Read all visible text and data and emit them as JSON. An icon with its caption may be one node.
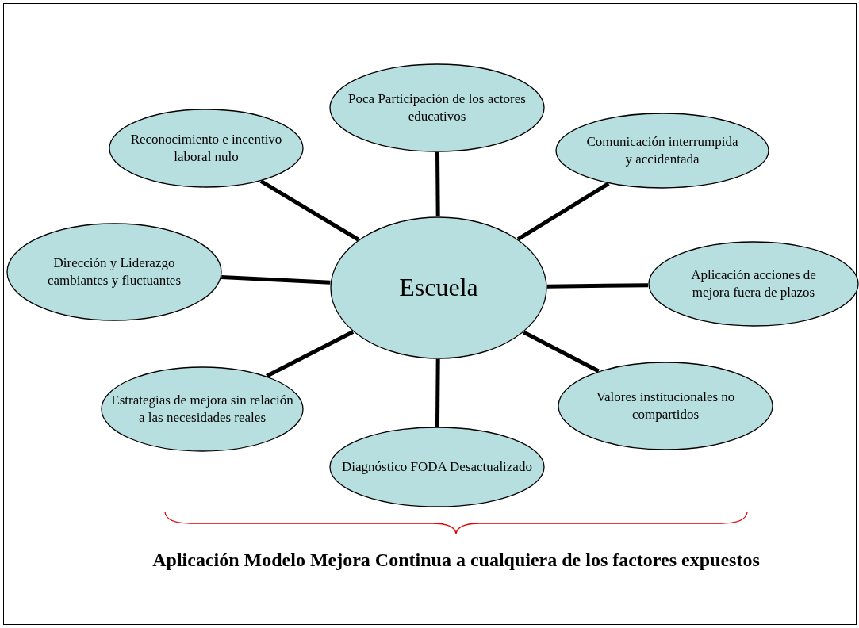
{
  "diagram": {
    "caption": "Aplicación Modelo Mejora Continua a cualquiera de los factores expuestos",
    "nodes": [
      {
        "text": [
          "Poca Participación de los actores educativos"
        ]
      },
      {
        "text": [
          "Reconocimiento e incentivo laboral nulo"
        ]
      },
      {
        "text": [
          "Comunicación interrumpida y accidentada"
        ]
      },
      {
        "text": [
          "Dirección y Liderazgo cambiantes y fluctuantes"
        ]
      },
      {
        "text": [
          "Escuela"
        ]
      },
      {
        "text": [
          "Aplicación acciones de mejora fuera de plazos"
        ]
      },
      {
        "text": [
          "Estrategias de mejora sin relación a las necesidades reales"
        ]
      },
      {
        "text": [
          "Valores institucionales no compartidos"
        ]
      },
      {
        "text": [
          "Diagnóstico FODA Desactualizado"
        ]
      }
    ],
    "edges": [
      {
        "from": 4,
        "to": 0,
        "arrow": "none"
      },
      {
        "from": 4,
        "to": 1,
        "arrow": "none"
      },
      {
        "from": 4,
        "to": 2,
        "arrow": "none"
      },
      {
        "from": 4,
        "to": 3,
        "arrow": "none"
      },
      {
        "from": 4,
        "to": 5,
        "arrow": "none"
      },
      {
        "from": 4,
        "to": 6,
        "arrow": "none"
      },
      {
        "from": 4,
        "to": 7,
        "arrow": "none"
      },
      {
        "from": 4,
        "to": 8,
        "arrow": "none"
      }
    ]
  }
}
